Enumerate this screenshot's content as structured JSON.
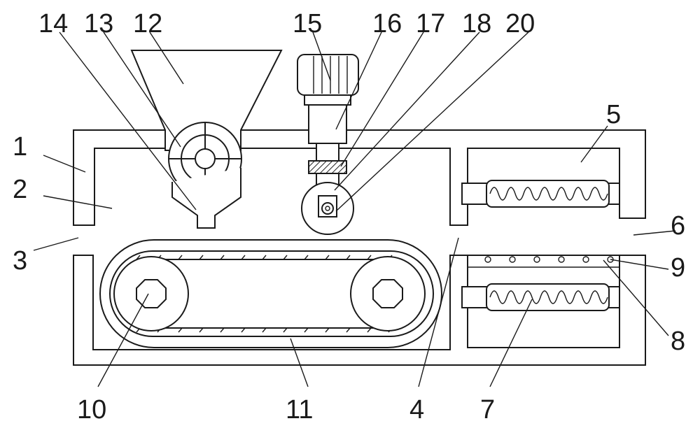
{
  "labels": {
    "l1": "1",
    "l2": "2",
    "l3": "3",
    "l4": "4",
    "l5": "5",
    "l6": "6",
    "l7": "7",
    "l8": "8",
    "l9": "9",
    "l10": "10",
    "l11": "11",
    "l12": "12",
    "l13": "13",
    "l14": "14",
    "l15": "15",
    "l16": "16",
    "l17": "17",
    "l18": "18",
    "l20": "20"
  },
  "colors": {
    "line": "#1a1a1a",
    "background": "#ffffff"
  }
}
